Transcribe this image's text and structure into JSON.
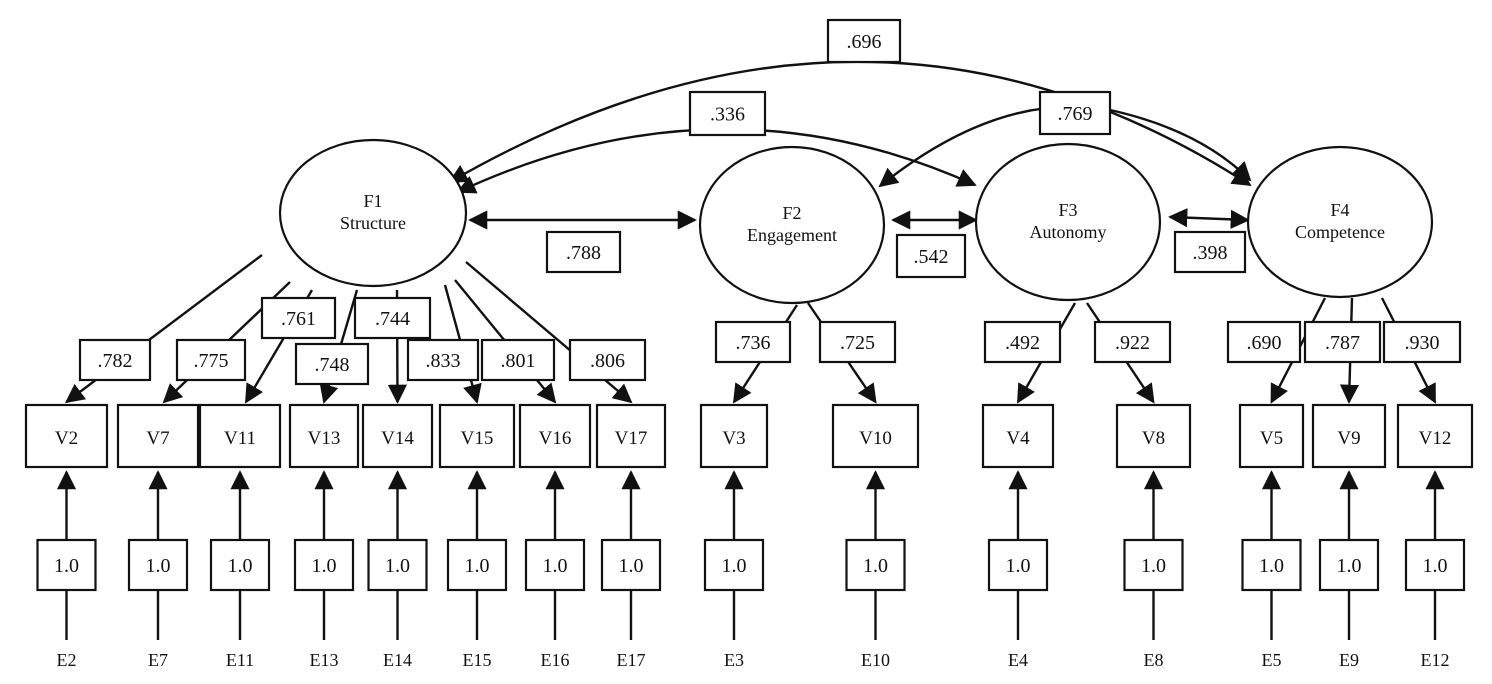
{
  "factors": [
    {
      "id": "F1",
      "name": "Structure"
    },
    {
      "id": "F2",
      "name": "Engagement"
    },
    {
      "id": "F3",
      "name": "Autonomy"
    },
    {
      "id": "F4",
      "name": "Competence"
    }
  ],
  "indicators": [
    {
      "var": "V2",
      "error": "E2",
      "factor": "F1",
      "loading": ".782",
      "error_weight": "1.0"
    },
    {
      "var": "V7",
      "error": "E7",
      "factor": "F1",
      "loading": ".775",
      "error_weight": "1.0"
    },
    {
      "var": "V11",
      "error": "E11",
      "factor": "F1",
      "loading": ".761",
      "error_weight": "1.0"
    },
    {
      "var": "V13",
      "error": "E13",
      "factor": "F1",
      "loading": ".748",
      "error_weight": "1.0"
    },
    {
      "var": "V14",
      "error": "E14",
      "factor": "F1",
      "loading": ".744",
      "error_weight": "1.0"
    },
    {
      "var": "V15",
      "error": "E15",
      "factor": "F1",
      "loading": ".833",
      "error_weight": "1.0"
    },
    {
      "var": "V16",
      "error": "E16",
      "factor": "F1",
      "loading": ".801",
      "error_weight": "1.0"
    },
    {
      "var": "V17",
      "error": "E17",
      "factor": "F1",
      "loading": ".806",
      "error_weight": "1.0"
    },
    {
      "var": "V3",
      "error": "E3",
      "factor": "F2",
      "loading": ".736",
      "error_weight": "1.0"
    },
    {
      "var": "V10",
      "error": "E10",
      "factor": "F2",
      "loading": ".725",
      "error_weight": "1.0"
    },
    {
      "var": "V4",
      "error": "E4",
      "factor": "F3",
      "loading": ".492",
      "error_weight": "1.0"
    },
    {
      "var": "V8",
      "error": "E8",
      "factor": "F3",
      "loading": ".922",
      "error_weight": "1.0"
    },
    {
      "var": "V5",
      "error": "E5",
      "factor": "F4",
      "loading": ".690",
      "error_weight": "1.0"
    },
    {
      "var": "V9",
      "error": "E9",
      "factor": "F4",
      "loading": ".787",
      "error_weight": "1.0"
    },
    {
      "var": "V12",
      "error": "E12",
      "factor": "F4",
      "loading": ".930",
      "error_weight": "1.0"
    }
  ],
  "correlations": [
    {
      "from": "F1",
      "to": "F4",
      "value": ".696"
    },
    {
      "from": "F1",
      "to": "F3",
      "value": ".336"
    },
    {
      "from": "F2",
      "to": "F4",
      "value": ".769"
    },
    {
      "from": "F1",
      "to": "F2",
      "value": ".788"
    },
    {
      "from": "F2",
      "to": "F3",
      "value": ".542"
    },
    {
      "from": "F3",
      "to": "F4",
      "value": ".398"
    }
  ]
}
